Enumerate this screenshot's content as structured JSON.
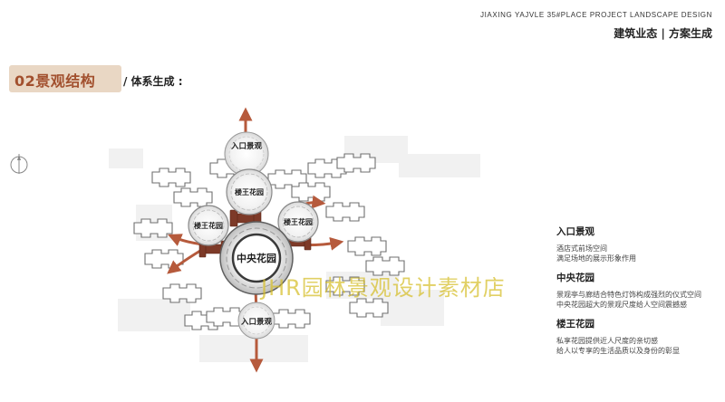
{
  "header": {
    "project_title": "JIAXING YAJVLE 35#PLACE PROJECT LANDSCAPE DESIGN",
    "section_label": "建筑业态 | 方案生成"
  },
  "section": {
    "badge": "02景观结构",
    "subtitle": "/ 体系生成 :"
  },
  "diagram": {
    "nodes": {
      "entrance_top": "入口景观",
      "king_top": "楼王花园",
      "king_left": "楼王花园",
      "king_right": "楼王花园",
      "central": "中央花园",
      "entrance_bottom": "入口景观"
    },
    "colors": {
      "arrow": "#b65a3c",
      "gate": "#7d3a28",
      "building": "#ffffff",
      "building_outline": "#6f6f6f",
      "ring": "#3a3a3a"
    }
  },
  "legend": [
    {
      "heading": "入口景观",
      "lines": [
        "酒店式前场空间",
        "满足场地的展示形象作用"
      ]
    },
    {
      "heading": "中央花园",
      "lines": [
        "景观亭与廊结合特色灯饰构成强烈的仪式空间",
        "中央花园超大的景观尺度给人空间震撼感"
      ]
    },
    {
      "heading": "楼王花园",
      "lines": [
        "私享花园提供近人尺度的亲切感",
        "给人以专享的生活品质以及身份的彰显"
      ]
    }
  ],
  "watermark": "JHR园林景观设计素材店"
}
